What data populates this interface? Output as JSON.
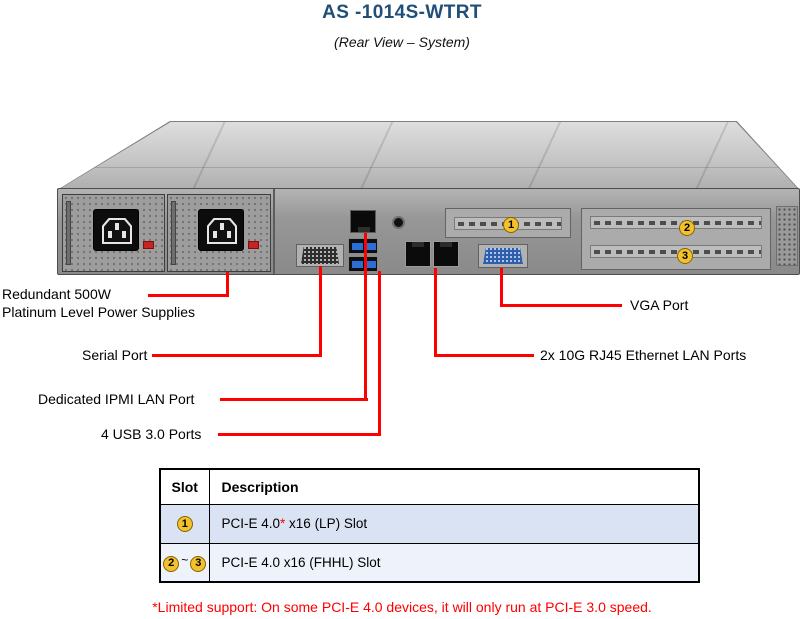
{
  "page": {
    "title": "AS -1014S-WTRT",
    "subtitle": "(Rear View – System)",
    "footnote": "*Limited support: On some PCI-E 4.0 devices, it will only run at PCI-E 3.0 speed."
  },
  "callouts": {
    "psu_line1": "Redundant 500W",
    "psu_line2": "Platinum Level Power Supplies",
    "serial": "Serial Port",
    "ipmi": "Dedicated IPMI LAN Port",
    "usb": "4 USB 3.0 Ports",
    "vga": "VGA Port",
    "lan": "2x 10G RJ45 Ethernet LAN Ports"
  },
  "diagram": {
    "slot_badges": [
      "1",
      "2",
      "3"
    ]
  },
  "table": {
    "headers": [
      "Slot",
      "Description"
    ],
    "rows": [
      {
        "slot_badge": "1",
        "desc_pre": "PCI-E 4.0",
        "desc_star": "*",
        "desc_post": " x16 (LP) Slot"
      },
      {
        "slot_badge_a": "2",
        "slot_tilde": "~",
        "slot_badge_b": "3",
        "desc": "PCI-E 4.0 x16 (FHHL) Slot"
      }
    ]
  },
  "colors": {
    "title_blue": "#1f4e79",
    "callout_red": "#ff0000",
    "badge_yellow": "#f2c12e",
    "row1_bg": "#dae3f3",
    "row2_bg": "#eef2fa"
  }
}
